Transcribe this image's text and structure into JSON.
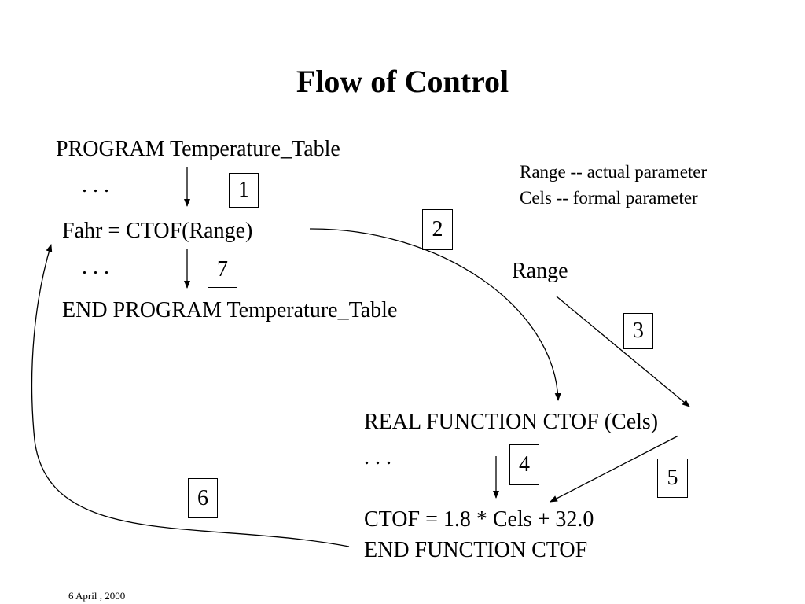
{
  "title": "Flow of Control",
  "program": {
    "header": "PROGRAM Temperature_Table",
    "ellipsis_1": ". . .",
    "call": "Fahr = CTOF(Range)",
    "ellipsis_2": ". . .",
    "end": "END PROGRAM Temperature_Table"
  },
  "notes": {
    "actual": "Range -- actual parameter",
    "formal": "Cels -- formal parameter"
  },
  "argument_label": "Range",
  "function": {
    "header": "REAL FUNCTION CTOF (Cels)",
    "ellipsis": ". . .",
    "assignment": "CTOF = 1.8 * Cels + 32.0",
    "end": "END FUNCTION CTOF"
  },
  "steps": [
    "1",
    "2",
    "3",
    "4",
    "5",
    "6",
    "7"
  ],
  "footer": "6 April , 2000"
}
